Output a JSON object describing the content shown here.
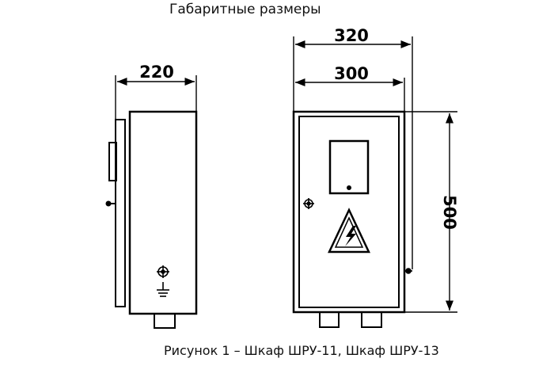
{
  "title": "Габаритные размеры",
  "caption": "Рисунок 1 – Шкаф ШРУ-11, Шкаф ШРУ-13",
  "dimensions": {
    "side_depth": "220",
    "front_width_outer": "320",
    "front_width_inner": "300",
    "height": "500"
  },
  "colors": {
    "line": "#000000",
    "background": "#ffffff"
  },
  "icons": {
    "lock": "crosshair-lock-icon",
    "ground": "ground-symbol-icon",
    "warning": "high-voltage-warning-icon"
  }
}
